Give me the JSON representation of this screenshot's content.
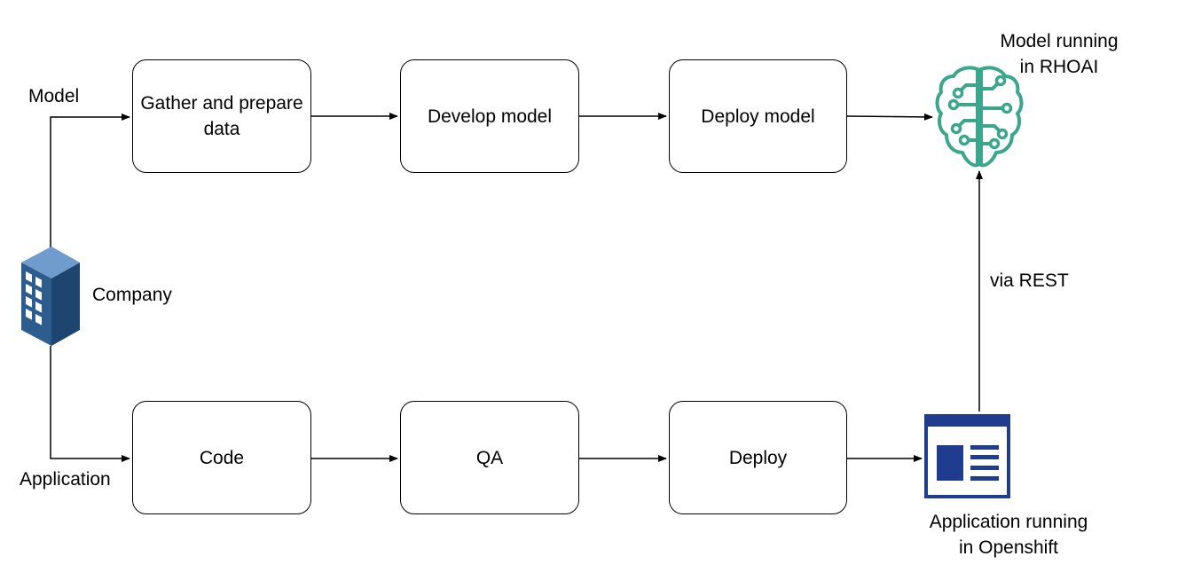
{
  "labels": {
    "model_branch": "Model",
    "application_branch": "Application",
    "company": "Company",
    "via_rest": "via REST",
    "model_running": [
      "Model running",
      "in RHOAI"
    ],
    "app_running": [
      "Application running",
      "in Openshift"
    ]
  },
  "model_pipeline": [
    {
      "label": "Gather and prepare data"
    },
    {
      "label": "Develop model"
    },
    {
      "label": "Deploy model"
    }
  ],
  "app_pipeline": [
    {
      "label": "Code"
    },
    {
      "label": "QA"
    },
    {
      "label": "Deploy"
    }
  ],
  "colors": {
    "brain": "#3aa68c",
    "app_window": "#1f3c8f",
    "building": "#2d5c8f",
    "stroke": "#000000"
  },
  "icons": {
    "company": "office-building-icon",
    "model_runtime": "ai-brain-icon",
    "application_runtime": "web-application-icon"
  }
}
